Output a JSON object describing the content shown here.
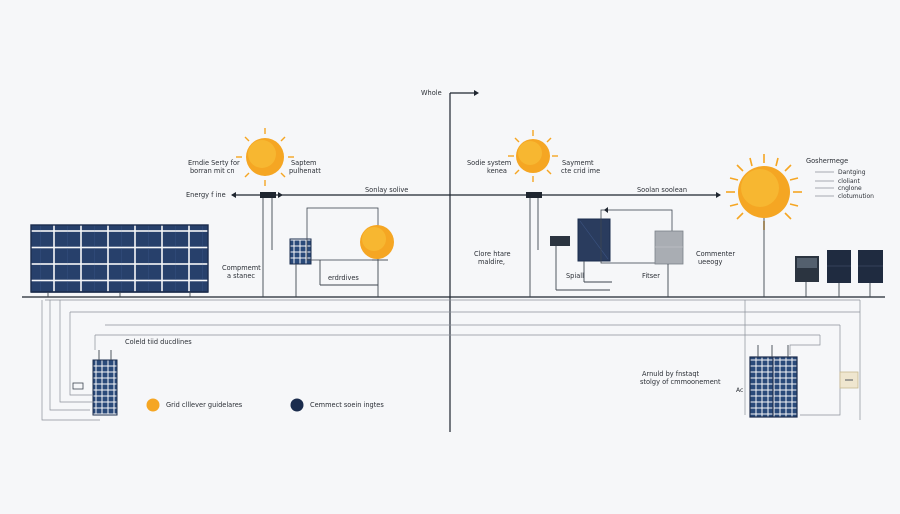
{
  "palette": {
    "panel": "#243a63",
    "panel_dark": "#1b2c4d",
    "sun": "#f5a623",
    "sun_core": "#f7b731",
    "grey_panel": "#a9adb3",
    "line": "#3f4650",
    "background": "#f6f7f9"
  },
  "labels": {
    "top_axis": "Whole",
    "left_sun_label_1": "Erndie Serty for",
    "left_sun_label_2": "borran mit cn",
    "left_system_1": "Saptem",
    "left_system_2": "pulhenatt",
    "energy_line": "Energy f ine",
    "left_bus": "Sonlay solive",
    "component_1": "Compmemt",
    "component_2": "a stanec",
    "erdrdives": "erdrdives",
    "center_sun_label_1": "Sodie system",
    "center_sun_label_2": "kenea",
    "center_system_1": "Saymemt",
    "center_system_2": "cte crid ime",
    "right_bus": "Soolan soolean",
    "clore_1": "Clore htare",
    "clore_2": "maldire,",
    "spiall": "Spiall",
    "fitser": "Fitser",
    "commenter_1": "Commenter",
    "commenter_2": "ueeogy",
    "legend_right_title": "Goshermege",
    "legend_right_items": [
      "Dantging",
      "cloliant",
      "cnglone",
      "clotumution"
    ],
    "bottom_left_title": "Coleld tiid ducdlines",
    "grid_legend": "Grid clllever guidelares",
    "connect_legend": "Cemmect soein ingtes",
    "bottom_right_1": "Arnuld by fnstaqt",
    "bottom_right_2": "stolgy of cmmoonement",
    "small_tag": "Ac"
  }
}
